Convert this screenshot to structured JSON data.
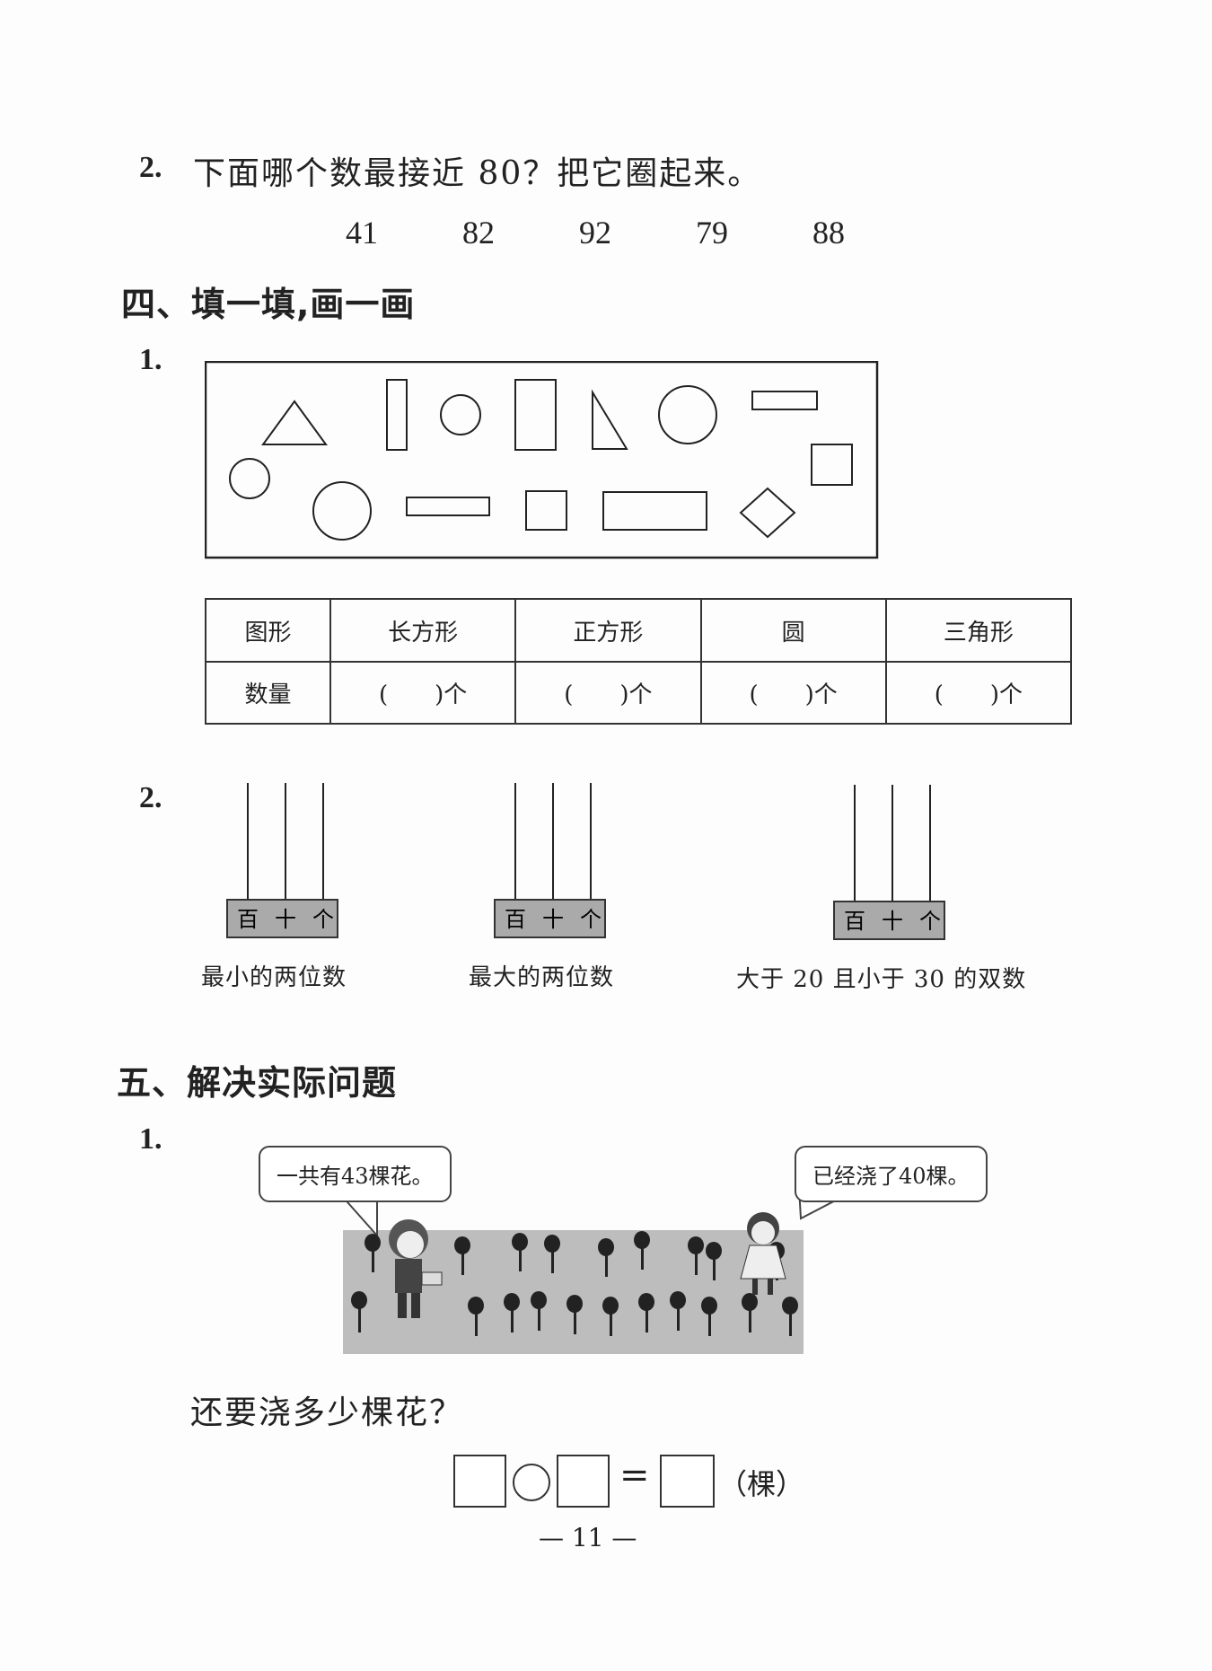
{
  "q2_top": {
    "number": "2.",
    "text": "下面哪个数最接近 80？把它圈起来。",
    "options": [
      "41",
      "82",
      "92",
      "79",
      "88"
    ]
  },
  "section4": {
    "title": "四、填一填,画一画",
    "q1": {
      "number": "1.",
      "table": {
        "row1_label": "图形",
        "row2_label": "数量",
        "columns": [
          "长方形",
          "正方形",
          "圆",
          "三角形"
        ],
        "blank": "(　　)个"
      }
    },
    "q2": {
      "number": "2.",
      "abacus_labels": [
        "百",
        "十",
        "个"
      ],
      "captions": [
        "最小的两位数",
        "最大的两位数",
        "大于 20 且小于 30 的双数"
      ]
    }
  },
  "section5": {
    "title": "五、解决实际问题",
    "q1": {
      "number": "1.",
      "bubble_left": "一共有43棵花。",
      "bubble_right": "已经浇了40棵。",
      "question": "还要浇多少棵花？",
      "equals": "=",
      "unit": "（棵）"
    }
  },
  "page_number": "— 11 —"
}
